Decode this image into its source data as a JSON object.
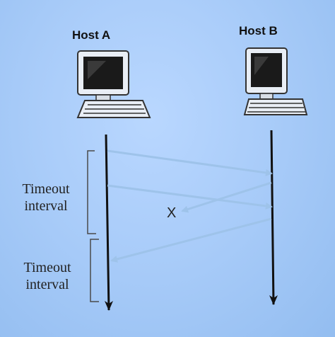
{
  "hosts": {
    "a": {
      "label": "Host A",
      "icon": "computer-icon"
    },
    "b": {
      "label": "Host B",
      "icon": "computer-icon"
    }
  },
  "timeouts": [
    {
      "line1": "Timeout",
      "line2": "interval"
    },
    {
      "line1": "Timeout",
      "line2": "interval"
    }
  ],
  "loss_marker": "X",
  "colors": {
    "timeline": "#111111",
    "message_arrow": "#9ec3ea",
    "bracket": "#4a4a4a",
    "background": "#a9ccf9"
  }
}
